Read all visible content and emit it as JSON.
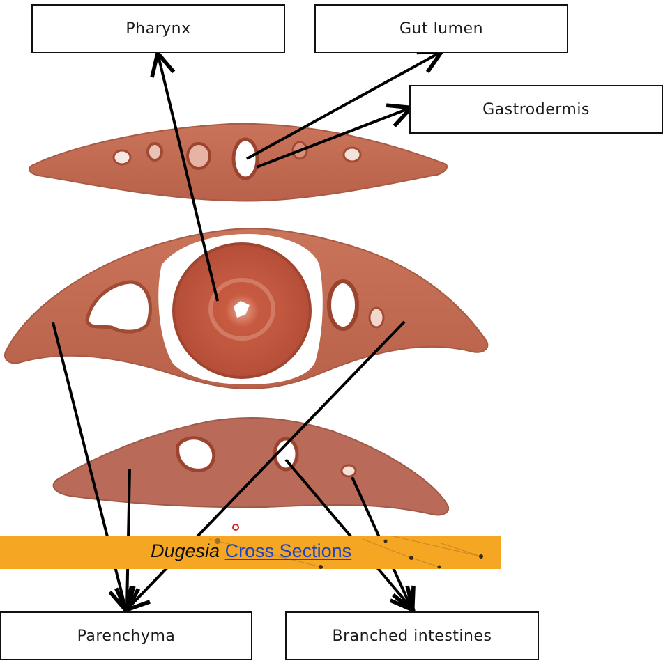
{
  "labels": {
    "pharynx": "Pharynx",
    "gut_lumen": "Gut lumen",
    "gastrodermis": "Gastrodermis",
    "parenchyma": "Parenchyma",
    "branched_intestines": "Branched intestines"
  },
  "banner": {
    "genus": "Dugesia",
    "link_text": "Cross Sections",
    "color": "#f5a623",
    "link_color": "#1a44c7"
  },
  "colors": {
    "tissue": "#c46a4e",
    "tissue_dark": "#a14a34",
    "pharynx": "#c8553d",
    "arrow": "#000000"
  }
}
